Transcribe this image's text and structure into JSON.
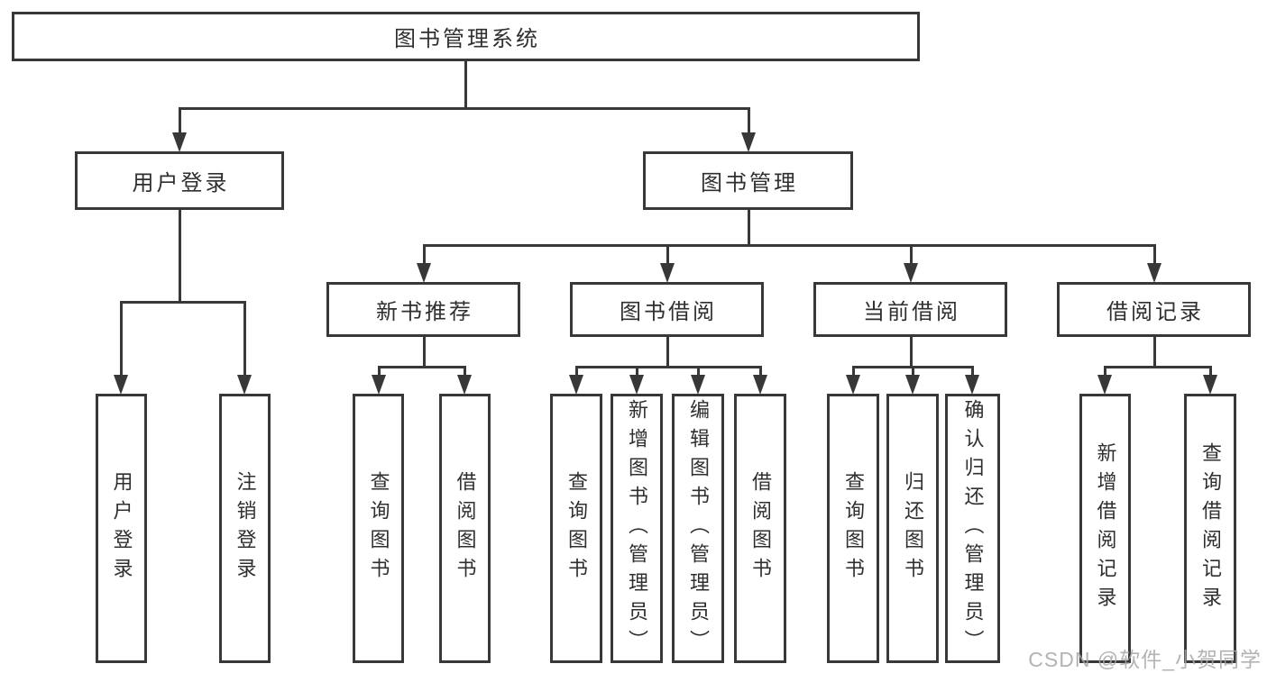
{
  "diagram_title": "图书管理系统",
  "tree": {
    "label": "图书管理系统",
    "children": [
      {
        "label": "用户登录",
        "children": [
          {
            "label": "用户登录"
          },
          {
            "label": "注销登录"
          }
        ]
      },
      {
        "label": "图书管理",
        "children": [
          {
            "label": "新书推荐",
            "children": [
              {
                "label": "查询图书"
              },
              {
                "label": "借阅图书"
              }
            ]
          },
          {
            "label": "图书借阅",
            "children": [
              {
                "label": "查询图书"
              },
              {
                "label": "新增图书（管理员）"
              },
              {
                "label": "编辑图书（管理员）"
              },
              {
                "label": "借阅图书"
              }
            ]
          },
          {
            "label": "当前借阅",
            "children": [
              {
                "label": "查询图书"
              },
              {
                "label": "归还图书"
              },
              {
                "label": "确认归还（管理员）"
              }
            ]
          },
          {
            "label": "借阅记录",
            "children": [
              {
                "label": "新增借阅记录"
              },
              {
                "label": "查询借阅记录"
              }
            ]
          }
        ]
      }
    ]
  },
  "watermark": {
    "text": "CSDN @软件_小贺同学",
    "color": "#a6a6a6"
  },
  "colors": {
    "line": "#383838",
    "text": "#2f2f2f",
    "background": "#ffffff"
  }
}
